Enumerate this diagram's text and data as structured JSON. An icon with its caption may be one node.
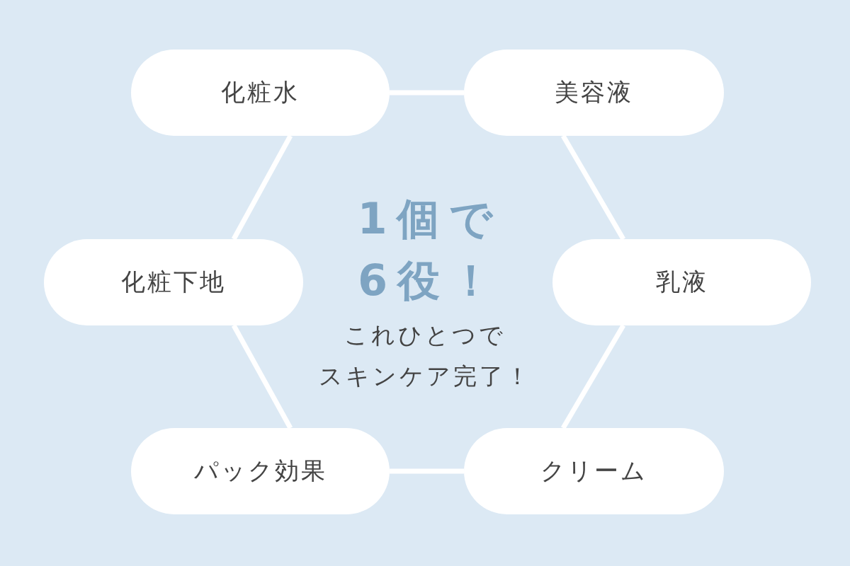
{
  "diagram": {
    "nodes": [
      {
        "text": [
          "化粧水"
        ]
      },
      {
        "text": [
          "美容液"
        ]
      },
      {
        "text": [
          "化粧下地"
        ]
      },
      {
        "text": [
          "乳液"
        ]
      },
      {
        "text": [
          "パック効果"
        ]
      },
      {
        "text": [
          "クリーム"
        ]
      }
    ],
    "edges": [
      {
        "from": 0,
        "to": 1,
        "arrow": "none"
      },
      {
        "from": 0,
        "to": 2,
        "arrow": "none"
      },
      {
        "from": 1,
        "to": 3,
        "arrow": "none"
      },
      {
        "from": 2,
        "to": 4,
        "arrow": "none"
      },
      {
        "from": 3,
        "to": 5,
        "arrow": "none"
      },
      {
        "from": 4,
        "to": 5,
        "arrow": "none"
      }
    ],
    "labels": [
      "1個で",
      "6役！",
      "これひとつで",
      "スキンケア完了！"
    ]
  }
}
